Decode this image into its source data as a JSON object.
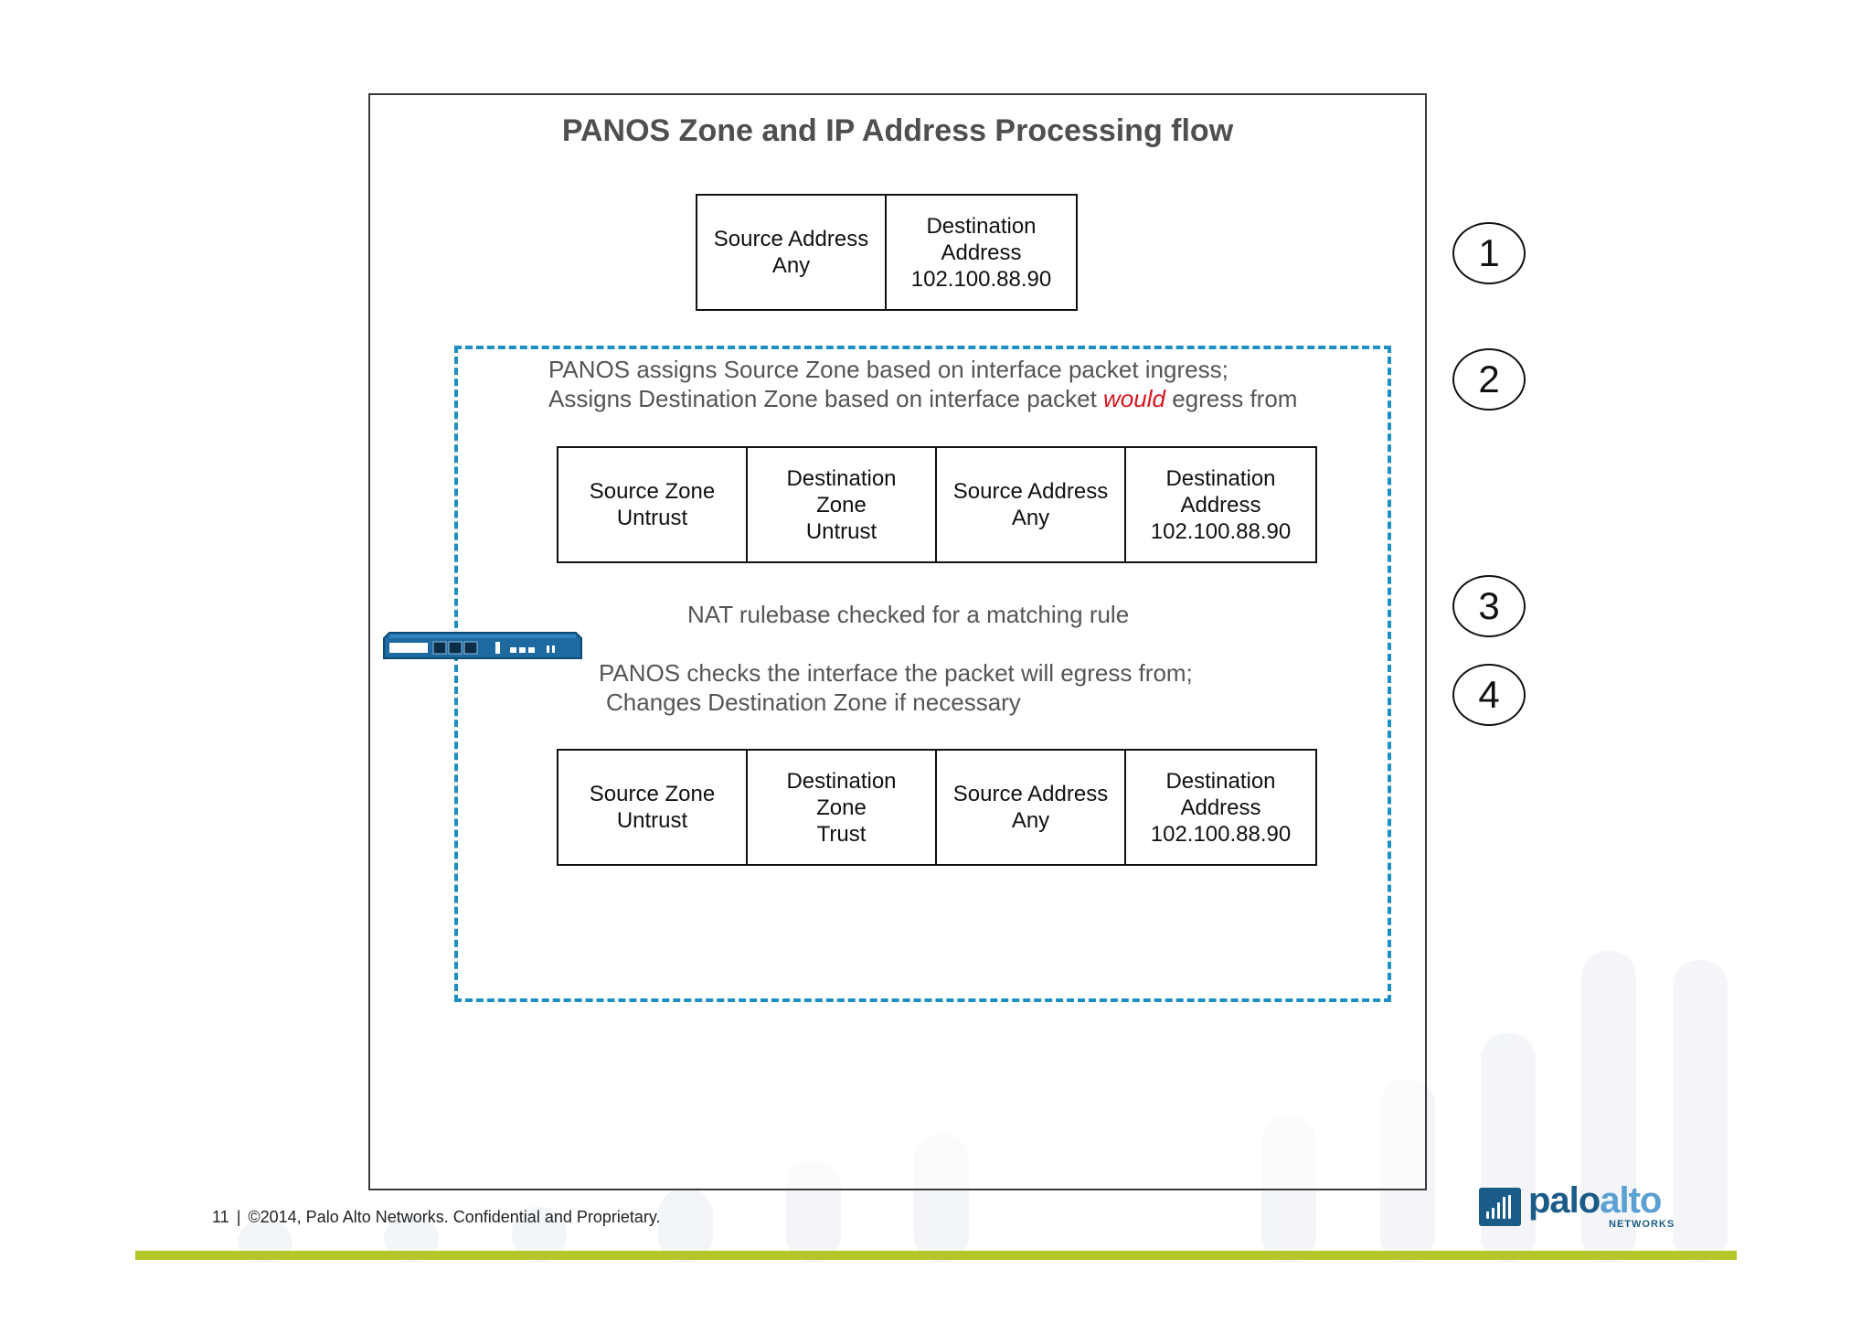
{
  "title": "PANOS Zone and IP Address Processing flow",
  "step1_table": [
    [
      "Source Address",
      "Any"
    ],
    [
      "Destination",
      "Address",
      "102.100.88.90"
    ]
  ],
  "step2_text": {
    "line1": "PANOS assigns Source Zone based on interface packet ingress;",
    "line2_before": "Assigns Destination Zone based on  interface packet ",
    "line2_emph": "would",
    "line2_after": " egress from"
  },
  "step2_table": [
    [
      "Source Zone",
      "Untrust"
    ],
    [
      "Destination",
      "Zone",
      "Untrust"
    ],
    [
      "Source Address",
      "Any"
    ],
    [
      "Destination",
      "Address",
      "102.100.88.90"
    ]
  ],
  "step3_text": "NAT rulebase checked for a matching rule",
  "step4_text": {
    "line1": "PANOS checks   the interface the packet will egress from;",
    "line2": "Changes Destination Zone if necessary"
  },
  "step4_table": [
    [
      "Source Zone",
      "Untrust"
    ],
    [
      "Destination",
      "Zone",
      "Trust"
    ],
    [
      "Source Address",
      "Any"
    ],
    [
      "Destination",
      "Address",
      "102.100.88.90"
    ]
  ],
  "step_numbers": [
    "1",
    "2",
    "3",
    "4"
  ],
  "footer": {
    "page": "11",
    "separator": "|",
    "copyright": "©2014, Palo Alto Networks. Confidential and Proprietary."
  },
  "logo": {
    "word_part1": "palo",
    "word_part2": "alto",
    "sub": "NETWORKS"
  },
  "colors": {
    "dashed_border": "#1d8fc2",
    "emphasis": "#d4141c",
    "footer_bar": "#b4c72a",
    "logo_primary": "#1b5b88"
  }
}
